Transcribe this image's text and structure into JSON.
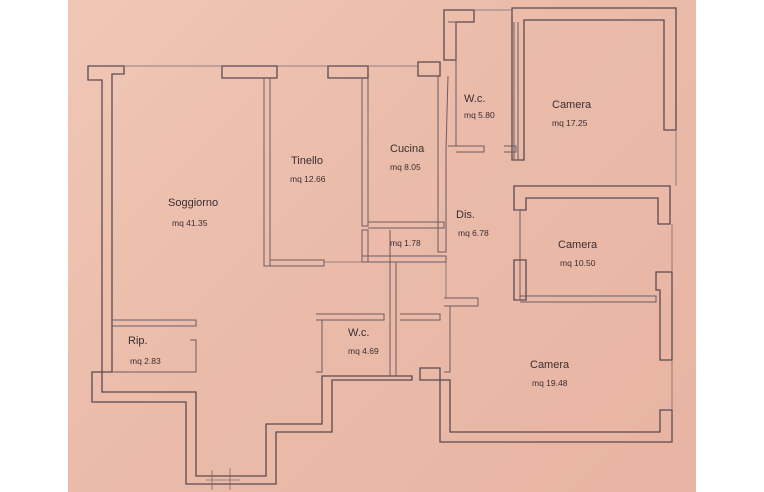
{
  "rooms": [
    {
      "id": "soggiorno",
      "name": "Soggiorno",
      "area": "mq 41.35"
    },
    {
      "id": "tinello",
      "name": "Tinello",
      "area": "mq 12.66"
    },
    {
      "id": "cucina",
      "name": "Cucina",
      "area": "mq 8.05"
    },
    {
      "id": "wc1",
      "name": "W.c.",
      "area": "mq 5.80"
    },
    {
      "id": "camera1",
      "name": "Camera",
      "area": "mq 17.25"
    },
    {
      "id": "dis",
      "name": "Dis.",
      "area": "mq 6.78"
    },
    {
      "id": "closet",
      "name": "",
      "area": "mq 1.78"
    },
    {
      "id": "camera2",
      "name": "Camera",
      "area": "mq 10.50"
    },
    {
      "id": "rip",
      "name": "Rip.",
      "area": "mq 2.83"
    },
    {
      "id": "wc2",
      "name": "W.c.",
      "area": "mq 4.69"
    },
    {
      "id": "camera3",
      "name": "Camera",
      "area": "mq 19.48"
    }
  ],
  "colors": {
    "paper": "#ecbfae",
    "walls": "#5a4a52"
  }
}
